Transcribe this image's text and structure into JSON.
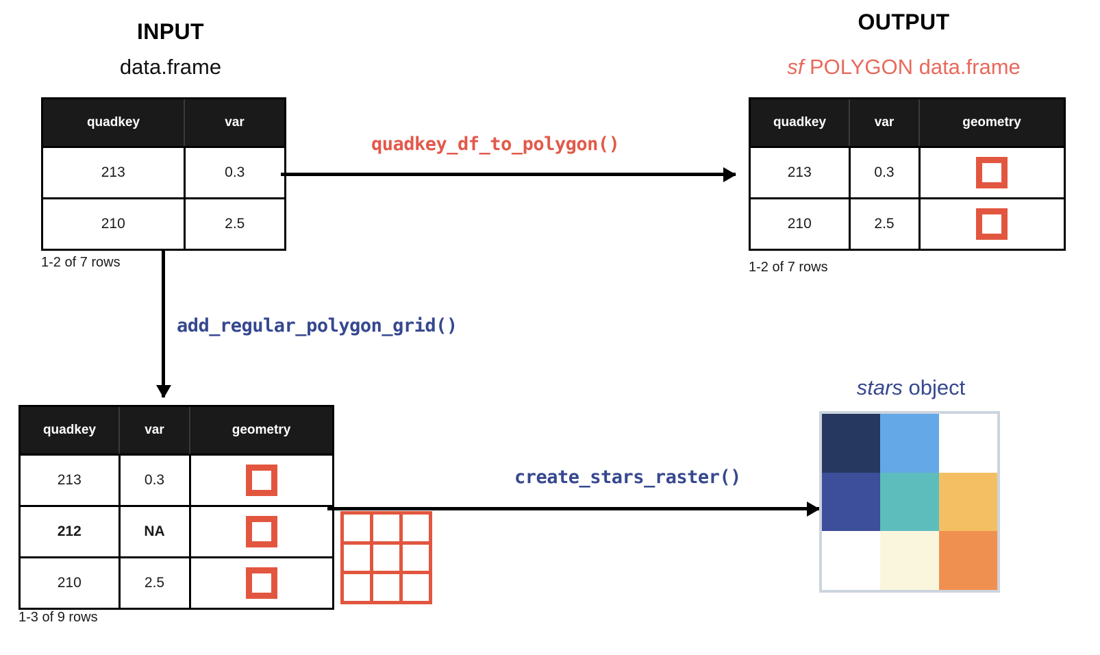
{
  "palette": {
    "coral": "#e8695c",
    "orange": "#e2563f",
    "navy": "#36488f",
    "black": "#000000",
    "header_bg": "#1a1a1a",
    "raster_border": "#ccd5de"
  },
  "input": {
    "title": "INPUT",
    "subtitle": "data.frame",
    "columns": [
      "quadkey",
      "var"
    ],
    "rows": [
      {
        "quadkey": "213",
        "var": "0.3",
        "bold": false
      },
      {
        "quadkey": "210",
        "var": "2.5",
        "bold": false
      }
    ],
    "caption": "1-2 of 7 rows"
  },
  "output": {
    "title": "OUTPUT",
    "subtitle_italic": "sf",
    "subtitle_rest": " POLYGON data.frame",
    "columns": [
      "quadkey",
      "var",
      "geometry"
    ],
    "rows": [
      {
        "quadkey": "213",
        "var": "0.3",
        "geometry": "polygon-square-icon",
        "bold": false
      },
      {
        "quadkey": "210",
        "var": "2.5",
        "geometry": "polygon-square-icon",
        "bold": false
      }
    ],
    "caption": "1-2 of 7 rows"
  },
  "grid_table": {
    "columns": [
      "quadkey",
      "var",
      "geometry"
    ],
    "rows": [
      {
        "quadkey": "213",
        "var": "0.3",
        "geometry": "polygon-square-icon",
        "bold": false
      },
      {
        "quadkey": "212",
        "var": "NA",
        "geometry": "polygon-square-icon",
        "bold": true
      },
      {
        "quadkey": "210",
        "var": "2.5",
        "geometry": "polygon-square-icon",
        "bold": false
      }
    ],
    "caption": "1-3 of 9 rows"
  },
  "functions": {
    "quadkey_df_to_polygon": "quadkey_df_to_polygon()",
    "add_regular_polygon_grid": "add_regular_polygon_grid()",
    "create_stars_raster": "create_stars_raster()"
  },
  "polygon_grid": {
    "name": "regular-polygon-grid",
    "rows": 3,
    "cols": 3,
    "cell_color": "#ffffff",
    "line_color": "#e2563f"
  },
  "stars": {
    "title_italic": "stars",
    "title_rest": " object",
    "raster": {
      "rows": 3,
      "cols": 3,
      "cells": [
        [
          "#26385f",
          "#64a8e8",
          "#ffffff"
        ],
        [
          "#3d4e9b",
          "#5dbdbd",
          "#f4bf62"
        ],
        [
          "#ffffff",
          "#faf6dd",
          "#ef9051"
        ]
      ]
    }
  }
}
